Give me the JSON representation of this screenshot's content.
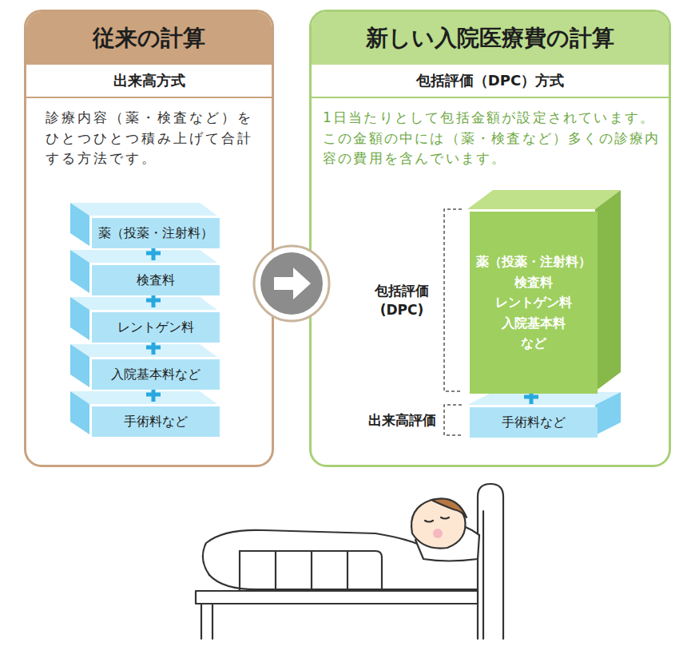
{
  "diagram": {
    "nodes": [
      {
        "text": [
          "従来の計算",
          "出来高方式",
          "診療内容（薬・検査など）をひとつひとつ積み上げて合計する方法です。"
        ]
      },
      {
        "text": [
          "薬（投薬・注射料）"
        ],
        "in": 0
      },
      {
        "text": [
          "検査料"
        ],
        "in": 0
      },
      {
        "text": [
          "レントゲン料"
        ],
        "in": 0
      },
      {
        "text": [
          "入院基本料など"
        ],
        "in": 0
      },
      {
        "text": [
          "手術料など"
        ],
        "in": 0
      },
      {
        "text": [
          "新しい入院医療費の計算",
          "包括評価（DPC）方式",
          "1日当たりとして包括金額が設定されています。この金額の中には（薬・検査など）多くの診療内容の費用を含んでいます。"
        ]
      },
      {
        "text": [
          "薬（投薬・注射料） 検査料 レントゲン料 入院基本料 など"
        ],
        "in": 6
      },
      {
        "text": [
          "手術料など"
        ],
        "in": 6
      }
    ],
    "edges": [
      {
        "from": 0,
        "to": 6,
        "arrow": "to"
      }
    ],
    "labels": [
      "包括評価 (DPC)",
      "出来高評価"
    ]
  }
}
